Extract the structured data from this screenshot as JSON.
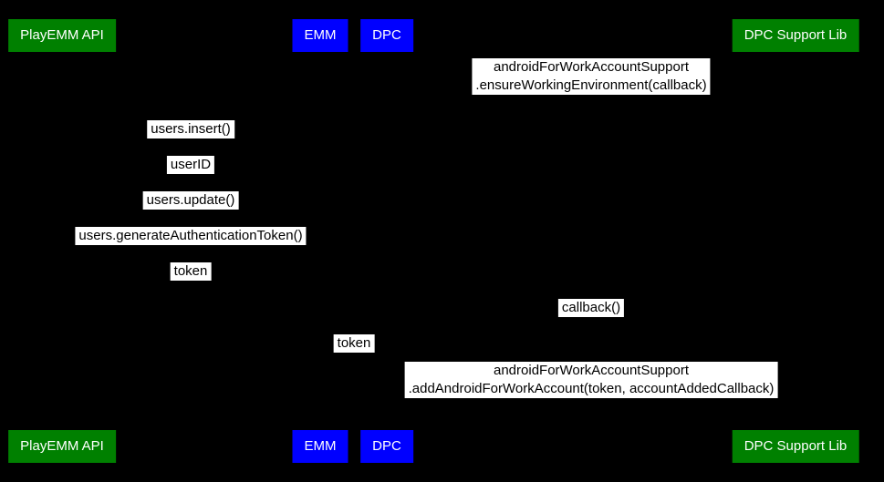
{
  "diagram": {
    "background_color": "#000000",
    "message_label_background": "#ffffff",
    "message_label_text_color": "#000000",
    "actor_text_color": "#ffffff",
    "actors": [
      {
        "id": "playemm-api",
        "label": "PlayEMM API",
        "color": "#008000"
      },
      {
        "id": "emm",
        "label": "EMM",
        "color": "#0000ff"
      },
      {
        "id": "dpc",
        "label": "DPC",
        "color": "#0000ff"
      },
      {
        "id": "dpc-support-lib",
        "label": "DPC Support Lib",
        "color": "#008000"
      }
    ],
    "messages": [
      {
        "lines": [
          "androidForWorkAccountSupport",
          ".ensureWorkingEnvironment(callback)"
        ]
      },
      {
        "lines": [
          "users.insert()"
        ]
      },
      {
        "lines": [
          "userID"
        ]
      },
      {
        "lines": [
          "users.update()"
        ]
      },
      {
        "lines": [
          "users.generateAuthenticationToken()"
        ]
      },
      {
        "lines": [
          "token"
        ]
      },
      {
        "lines": [
          "callback()"
        ]
      },
      {
        "lines": [
          "token"
        ]
      },
      {
        "lines": [
          "androidForWorkAccountSupport",
          ".addAndroidForWorkAccount(token, accountAddedCallback)"
        ]
      }
    ]
  }
}
